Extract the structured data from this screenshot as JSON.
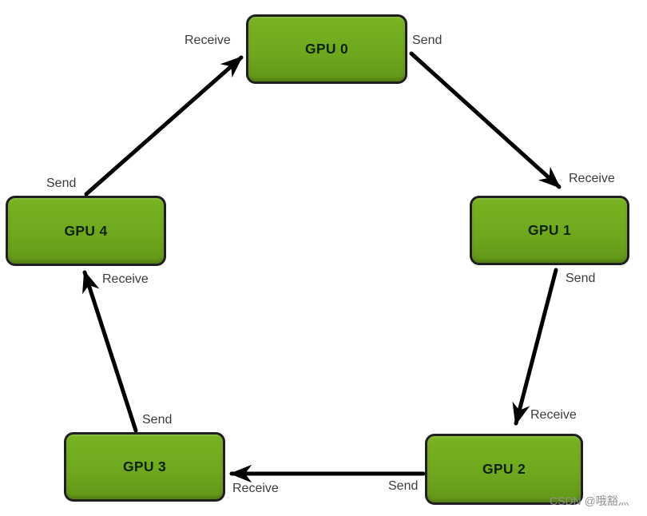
{
  "diagram": {
    "type": "ring-topology",
    "nodes": [
      {
        "id": "gpu-0",
        "label": "GPU 0"
      },
      {
        "id": "gpu-1",
        "label": "GPU 1"
      },
      {
        "id": "gpu-2",
        "label": "GPU 2"
      },
      {
        "id": "gpu-3",
        "label": "GPU 3"
      },
      {
        "id": "gpu-4",
        "label": "GPU 4"
      }
    ],
    "edges": [
      {
        "from": "GPU 0",
        "to": "GPU 1",
        "send_label": "Send",
        "receive_label": "Receive"
      },
      {
        "from": "GPU 1",
        "to": "GPU 2",
        "send_label": "Send",
        "receive_label": "Receive"
      },
      {
        "from": "GPU 2",
        "to": "GPU 3",
        "send_label": "Send",
        "receive_label": "Receive"
      },
      {
        "from": "GPU 3",
        "to": "GPU 4",
        "send_label": "Send",
        "receive_label": "Receive"
      },
      {
        "from": "GPU 4",
        "to": "GPU 0",
        "send_label": "Send",
        "receive_label": "Receive"
      }
    ],
    "colors": {
      "node_fill": "#6fa81e",
      "node_border": "#1f1f1f",
      "node_text": "#0c2201",
      "edge": "#000000",
      "edge_label": "#3b3b3b",
      "background": "#ffffff",
      "watermark": "#8f8f8f"
    },
    "watermark": "CSDN @哦豁灬"
  }
}
